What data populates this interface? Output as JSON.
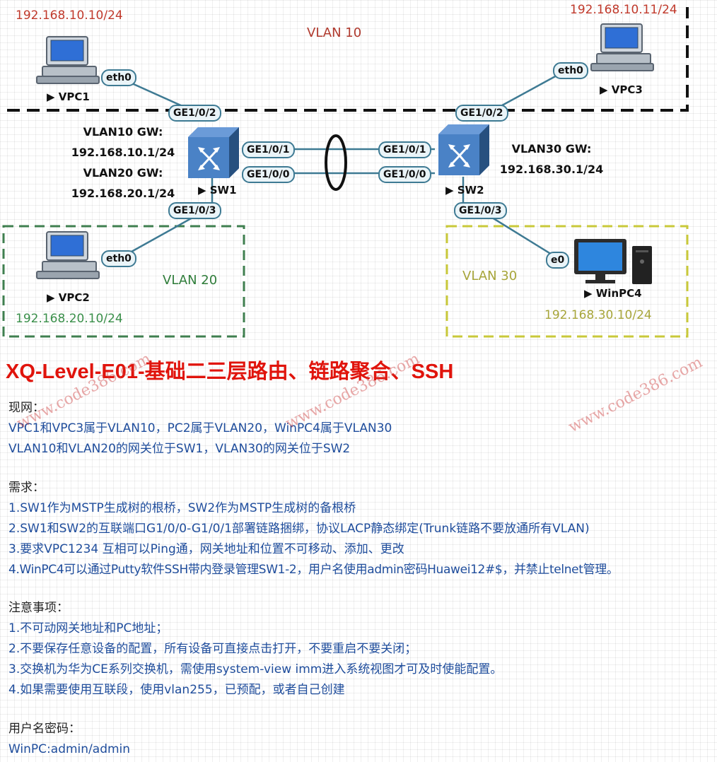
{
  "topology": {
    "vlan10": {
      "label": "VLAN 10",
      "color": "#b03a2e"
    },
    "vlan20": {
      "label": "VLAN 20",
      "color": "#2f7d3a"
    },
    "vlan30": {
      "label": "VLAN 30",
      "color": "#a7a53a"
    },
    "devices": {
      "vpc1": {
        "name": "▶ VPC1",
        "ip": "192.168.10.10/24",
        "port": "eth0"
      },
      "vpc2": {
        "name": "▶ VPC2",
        "ip": "192.168.20.10/24",
        "port": "eth0"
      },
      "vpc3": {
        "name": "▶ VPC3",
        "ip": "192.168.10.11/24",
        "port": "eth0"
      },
      "winpc4": {
        "name": "▶ WinPC4",
        "ip": "192.168.30.10/24",
        "port": "e0"
      },
      "sw1": {
        "name": "▶ SW1",
        "gw_lines": [
          "VLAN10 GW:",
          "192.168.10.1/24",
          "VLAN20 GW:",
          "192.168.20.1/24"
        ],
        "ports": {
          "to_vpc1": "GE1/0/2",
          "to_vpc2": "GE1/0/3",
          "trunk1": "GE1/0/1",
          "trunk2": "GE1/0/0"
        }
      },
      "sw2": {
        "name": "▶ SW2",
        "gw_lines": [
          "VLAN30 GW:",
          "192.168.30.1/24"
        ],
        "ports": {
          "to_vpc3": "GE1/0/2",
          "to_winpc4": "GE1/0/3",
          "trunk1": "GE1/0/1",
          "trunk2": "GE1/0/0"
        }
      }
    }
  },
  "title": "XQ-Level-E01-基础二三层路由、链路聚合、SSH",
  "sections": {
    "current": {
      "heading": "现网：",
      "lines": [
        "VPC1和VPC3属于VLAN10，PC2属于VLAN20，WinPC4属于VLAN30",
        "VLAN10和VLAN20的网关位于SW1，VLAN30的网关位于SW2"
      ]
    },
    "requirements": {
      "heading": "需求：",
      "lines": [
        "1.SW1作为MSTP生成树的根桥，SW2作为MSTP生成树的备根桥",
        "2.SW1和SW2的互联端口G1/0/0-G1/0/1部署链路捆绑，协议LACP静态绑定(Trunk链路不要放通所有VLAN)",
        "3.要求VPC1234 互相可以Ping通，网关地址和位置不可移动、添加、更改",
        "4.WinPC4可以通过Putty软件SSH带内登录管理SW1-2，用户名使用admin密码Huawei12#$，并禁止telnet管理。"
      ]
    },
    "notes": {
      "heading": "注意事项：",
      "lines": [
        "1.不可动网关地址和PC地址；",
        "2.不要保存任意设备的配置，所有设备可直接点击打开，不要重启不要关闭；",
        "3.交换机为华为CE系列交换机，需使用system-view imm进入系统视图才可及时使能配置。",
        "4.如果需要使用互联段，使用vlan255，已预配，或者自己创建"
      ]
    },
    "credentials": {
      "heading": "用户名密码：",
      "lines": [
        "WinPC:admin/admin"
      ]
    }
  },
  "watermarks": [
    "www.code386.com",
    "www.code386.com",
    "www.code386.com"
  ],
  "colors": {
    "title": "#e0140c",
    "body_text": "#1f4d9c",
    "link_line": "#3e7a93"
  }
}
